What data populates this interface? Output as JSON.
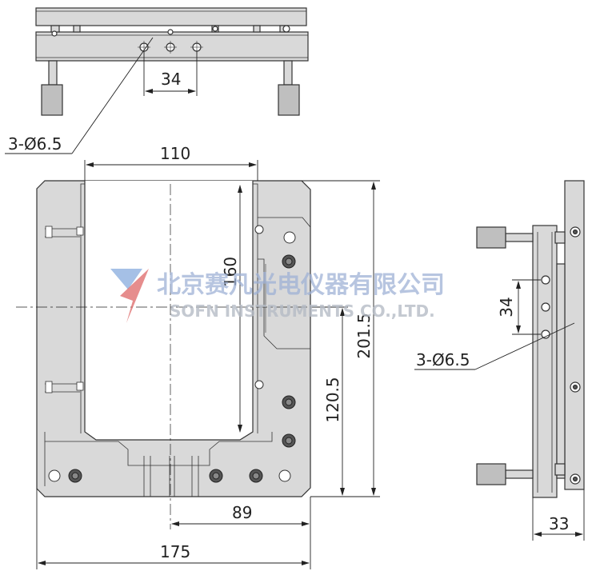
{
  "dimensions": {
    "top_hole_spacing": "34",
    "top_hole_callout": "3-Ø6.5",
    "inner_width": "110",
    "inner_height": "160",
    "overall_height": "201.5",
    "center_height": "120.5",
    "center_offset": "89",
    "overall_width": "175",
    "side_hole_spacing": "34",
    "side_hole_callout": "3-Ø6.5",
    "side_depth": "33"
  },
  "watermark": {
    "company_cn": "北京赛凡光电仪器有限公司",
    "company_en": "SOFN INSTRUMENTS CO.,LTD."
  },
  "colors": {
    "metal_fill": "#d9d9d9",
    "outline": "#333333",
    "knob_fill": "#bfbfbf",
    "watermark_blue": "#7fa0d8",
    "watermark_red": "#e06060"
  }
}
